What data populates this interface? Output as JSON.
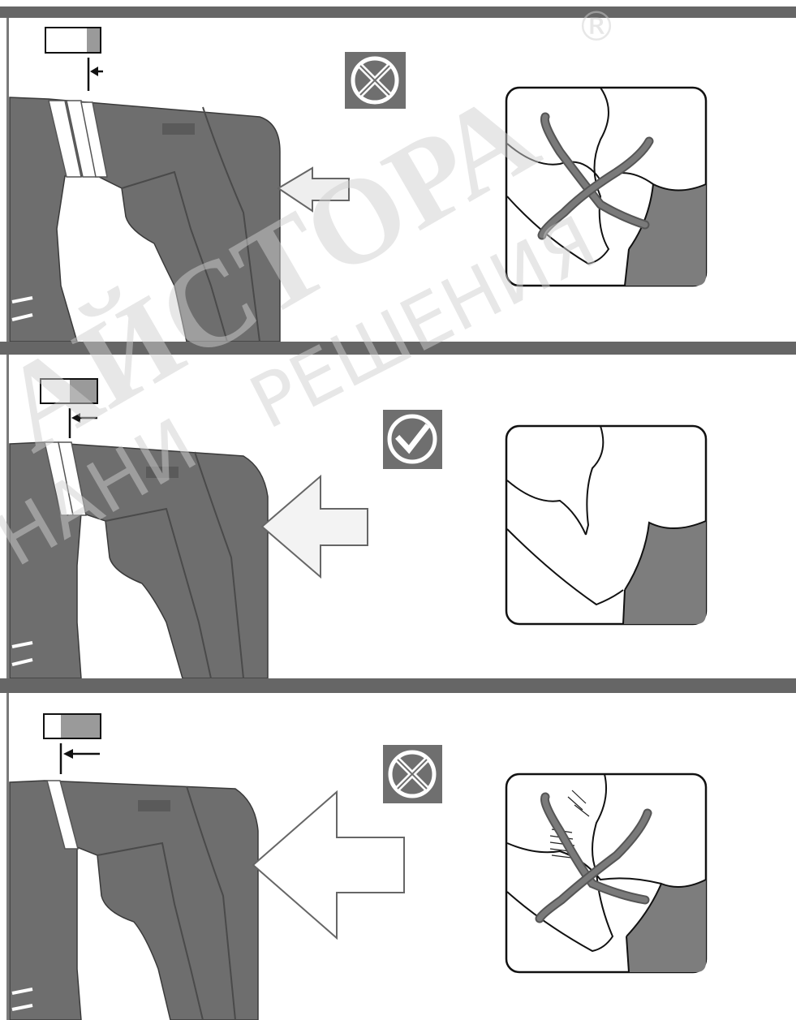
{
  "document": {
    "panels": [
      {
        "id": "panel-1",
        "status": "incorrect",
        "status_icon": "cross-icon",
        "pressure_level": 0.25,
        "arrow_size": "small",
        "arrow_fill": "#eeeeee",
        "shows_scratches": false
      },
      {
        "id": "panel-2",
        "status": "correct",
        "status_icon": "check-icon",
        "pressure_level": 0.55,
        "arrow_size": "medium",
        "arrow_fill": "#f3f3f3",
        "shows_scratches": false
      },
      {
        "id": "panel-3",
        "status": "incorrect",
        "status_icon": "cross-icon",
        "pressure_level": 0.75,
        "arrow_size": "large",
        "arrow_fill": "#ffffff",
        "shows_scratches": true
      }
    ],
    "colors": {
      "divider_bar": "#666666",
      "tool_body": "#6e6e6e",
      "status_box": "#6f6f6f",
      "gauge_fill": "#9a9a9a",
      "material": "#7d7d7d",
      "bit_outline": "#6a6a6a",
      "watermark": "#cfcfcf"
    }
  },
  "watermark": {
    "main_text": "АЙСТОРА",
    "sub_text": "РЕШЕНИЯ",
    "side_text": "НАНИ",
    "registered_mark": "®"
  }
}
